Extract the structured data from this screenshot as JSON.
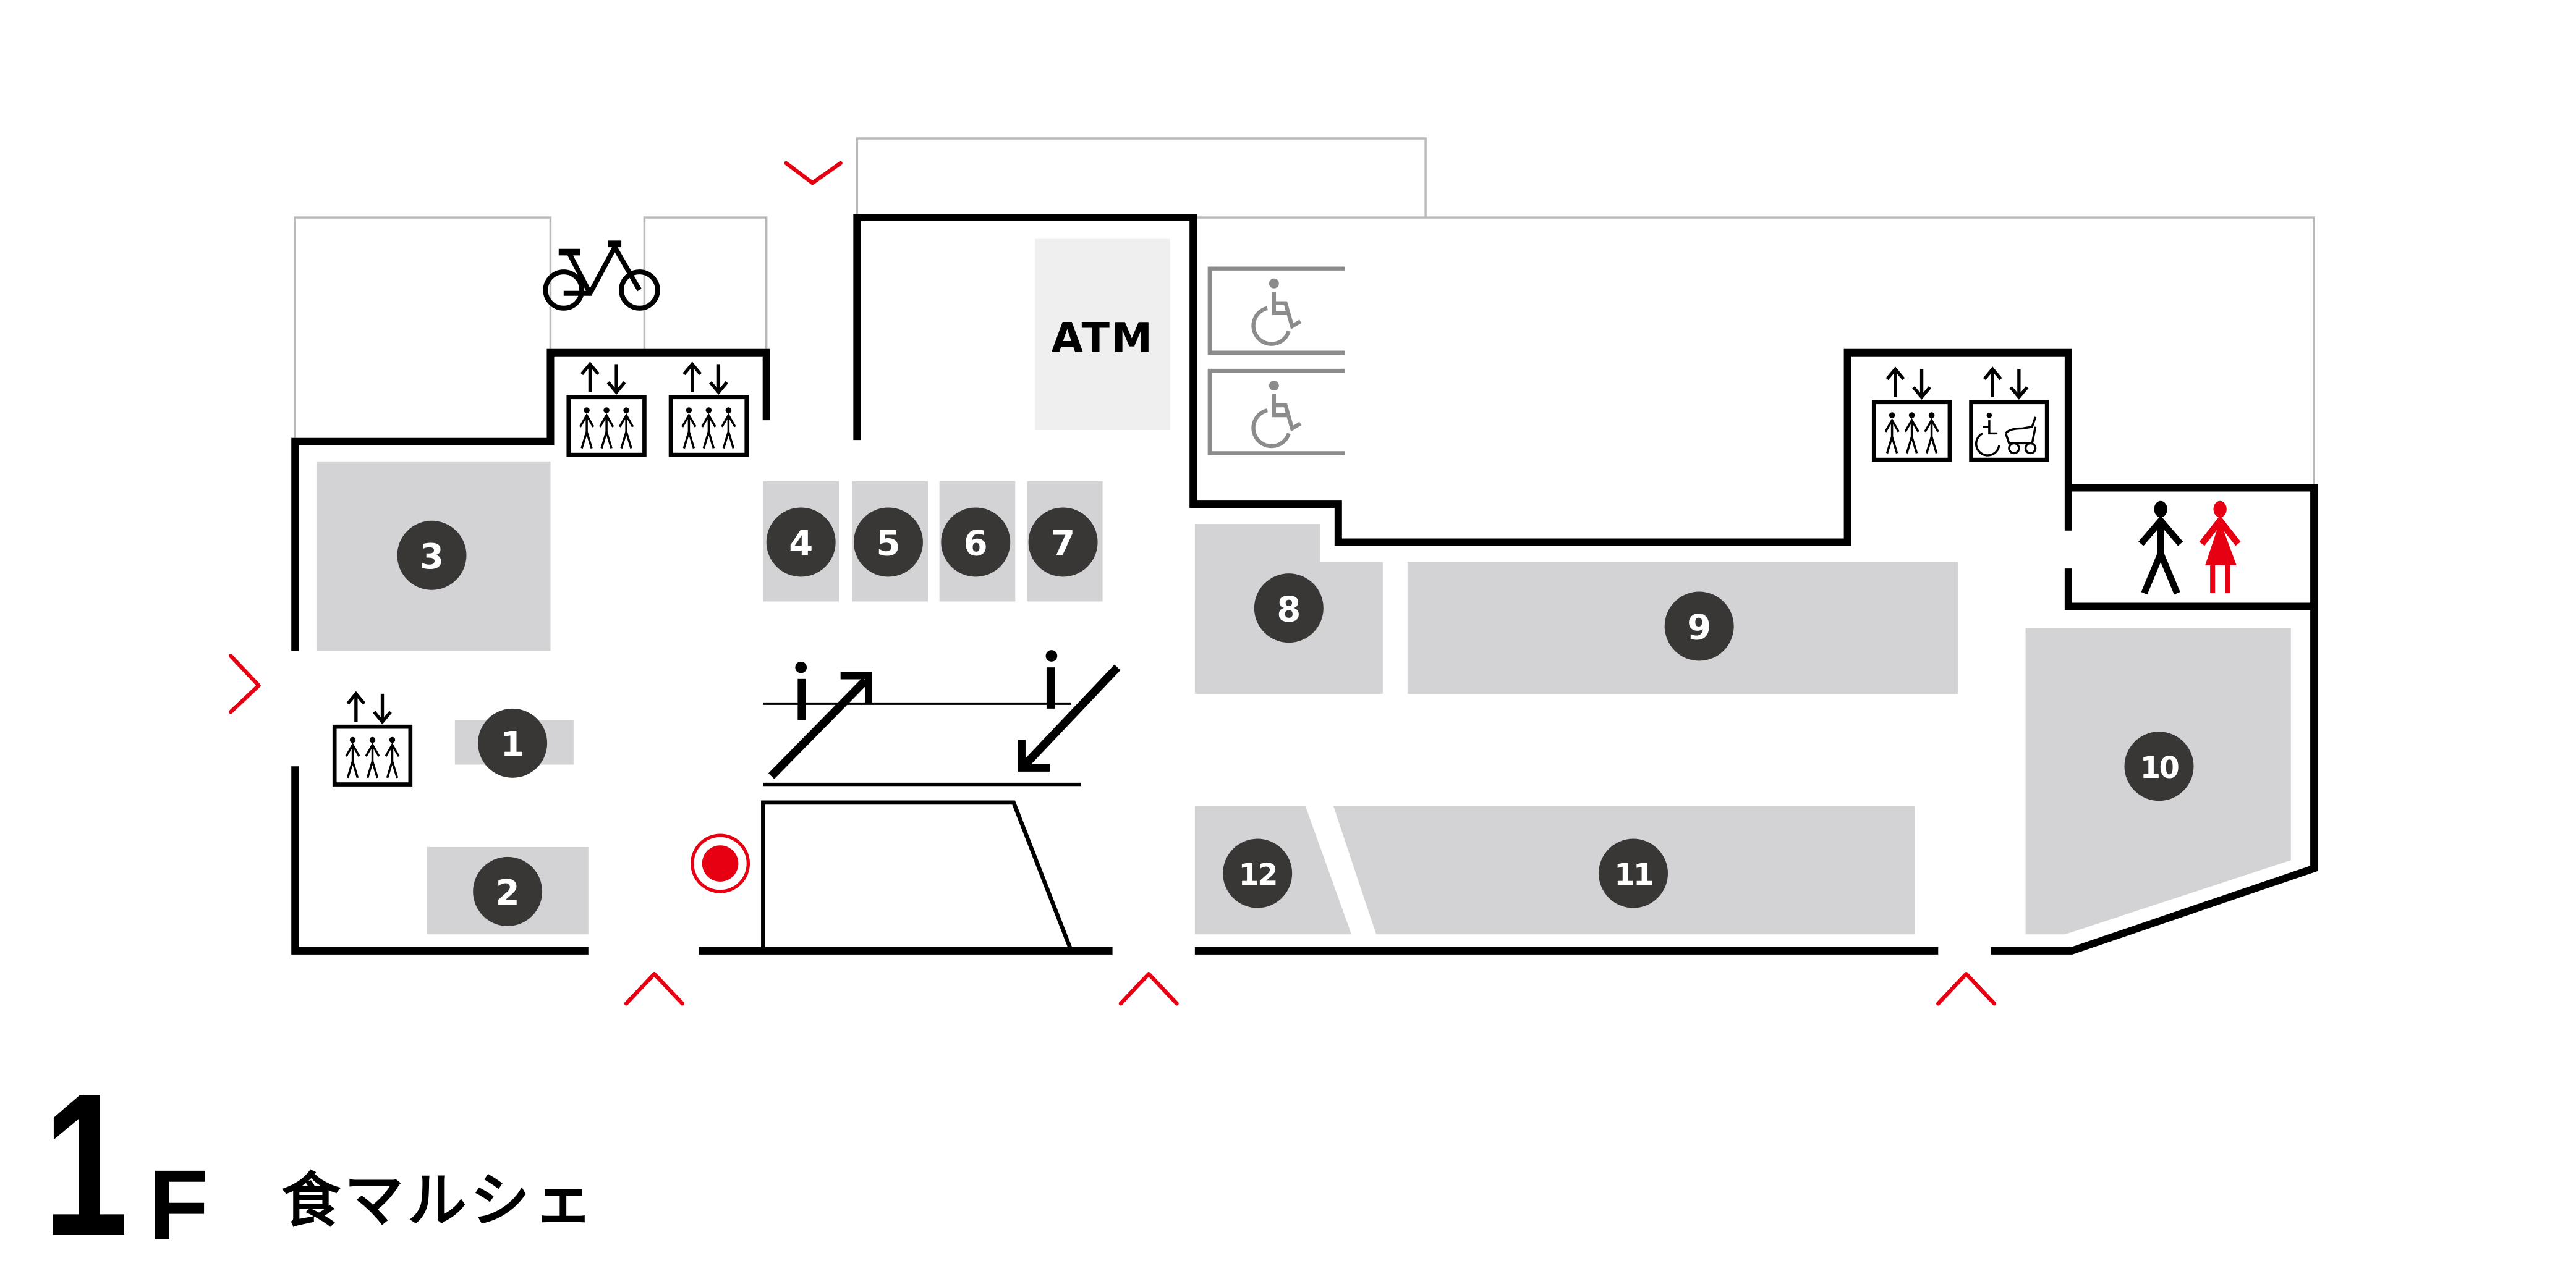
{
  "floor": {
    "number": "1",
    "suffix": "F",
    "name": "食マルシェ"
  },
  "colors": {
    "wall": "#000000",
    "shop_fill": "#d3d3d5",
    "badge": "#383735",
    "accent_red": "#e60012",
    "outline": "#b9b9b9",
    "atm_fill": "#efefef"
  },
  "shops": [
    {
      "id": "1",
      "label": "1"
    },
    {
      "id": "2",
      "label": "2"
    },
    {
      "id": "3",
      "label": "3"
    },
    {
      "id": "4",
      "label": "4"
    },
    {
      "id": "5",
      "label": "5"
    },
    {
      "id": "6",
      "label": "6"
    },
    {
      "id": "7",
      "label": "7"
    },
    {
      "id": "8",
      "label": "8"
    },
    {
      "id": "9",
      "label": "9"
    },
    {
      "id": "10",
      "label": "10"
    },
    {
      "id": "11",
      "label": "11"
    },
    {
      "id": "12",
      "label": "12"
    }
  ],
  "facilities": {
    "atm_label": "ATM",
    "icons": [
      "bicycle-parking-icon",
      "elevator-icon",
      "elevator-icon",
      "elevator-icon",
      "elevator-icon",
      "wheelchair-elevator-icon",
      "accessible-parking-icon",
      "accessible-parking-icon",
      "restroom-icon",
      "escalator-up-icon",
      "escalator-down-icon",
      "current-location-icon"
    ]
  },
  "entrances": [
    {
      "position": "top",
      "direction": "down"
    },
    {
      "position": "left",
      "direction": "right"
    },
    {
      "position": "bottom-left",
      "direction": "up"
    },
    {
      "position": "bottom-center",
      "direction": "up"
    },
    {
      "position": "bottom-right",
      "direction": "up"
    }
  ]
}
